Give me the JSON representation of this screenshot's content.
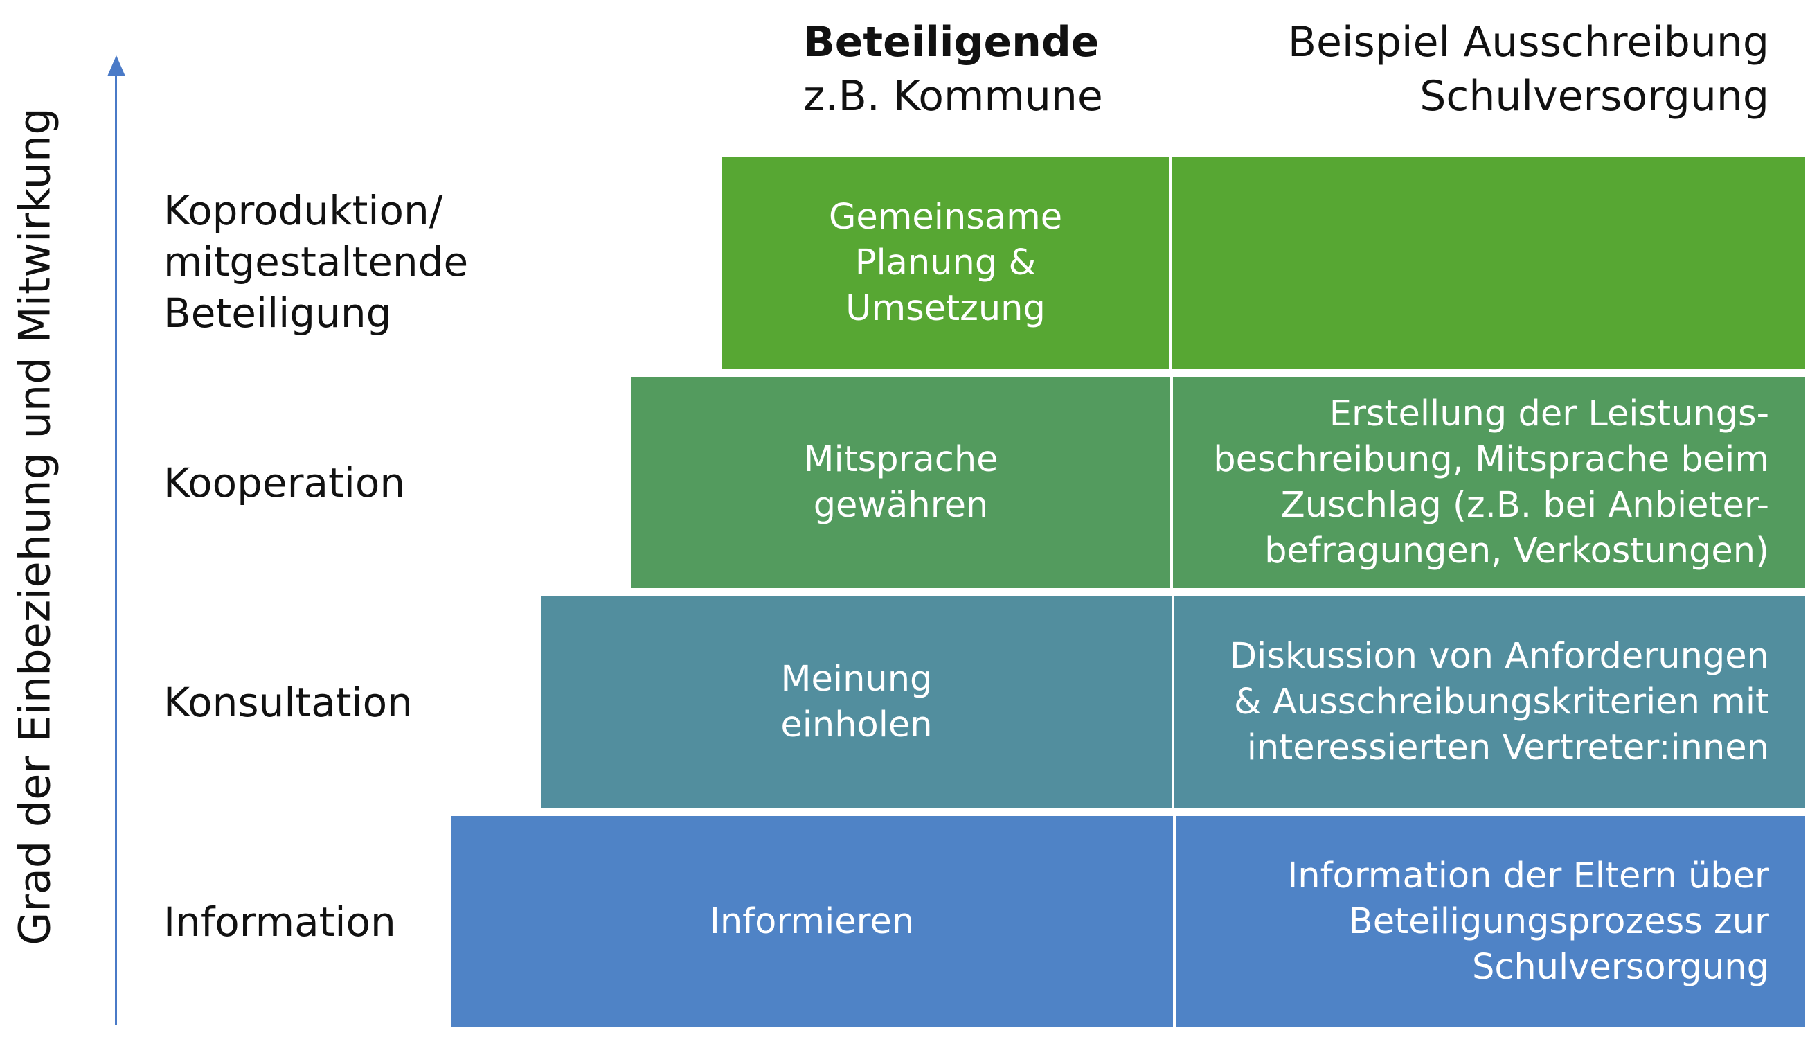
{
  "axis": {
    "label": "Grad der Einbeziehung und Mitwirkung"
  },
  "headers": {
    "col1_title": "Beteiligende",
    "col1_subtitle": "z.B. Kommune",
    "col2_line1": "Beispiel Ausschreibung",
    "col2_line2": "Schulversorgung"
  },
  "levels": [
    {
      "label": "Koproduktion/\nmitgestaltende\nBeteiligung",
      "action": "Gemeinsame\nPlanung &\nUmsetzung",
      "example": "",
      "color": "#57a733"
    },
    {
      "label": "Kooperation",
      "action": "Mitsprache\ngewähren",
      "example": "Erstellung der Leistungs-\nbeschreibung, Mitsprache beim\nZuschlag (z.B. bei Anbieter-\nbefragungen, Verkostungen)",
      "color": "#539b5e"
    },
    {
      "label": "Konsultation",
      "action": "Meinung\neinholen",
      "example": "Diskussion von Anforderungen\n&  Ausschreibungskriterien mit\ninteressierten Vertreter:innen",
      "color": "#528e9e"
    },
    {
      "label": "Information",
      "action": "Informieren",
      "example": "Information der Eltern über\nBeteiligungsprozess zur\nSchulversorgung",
      "color": "#4f83c6"
    }
  ]
}
